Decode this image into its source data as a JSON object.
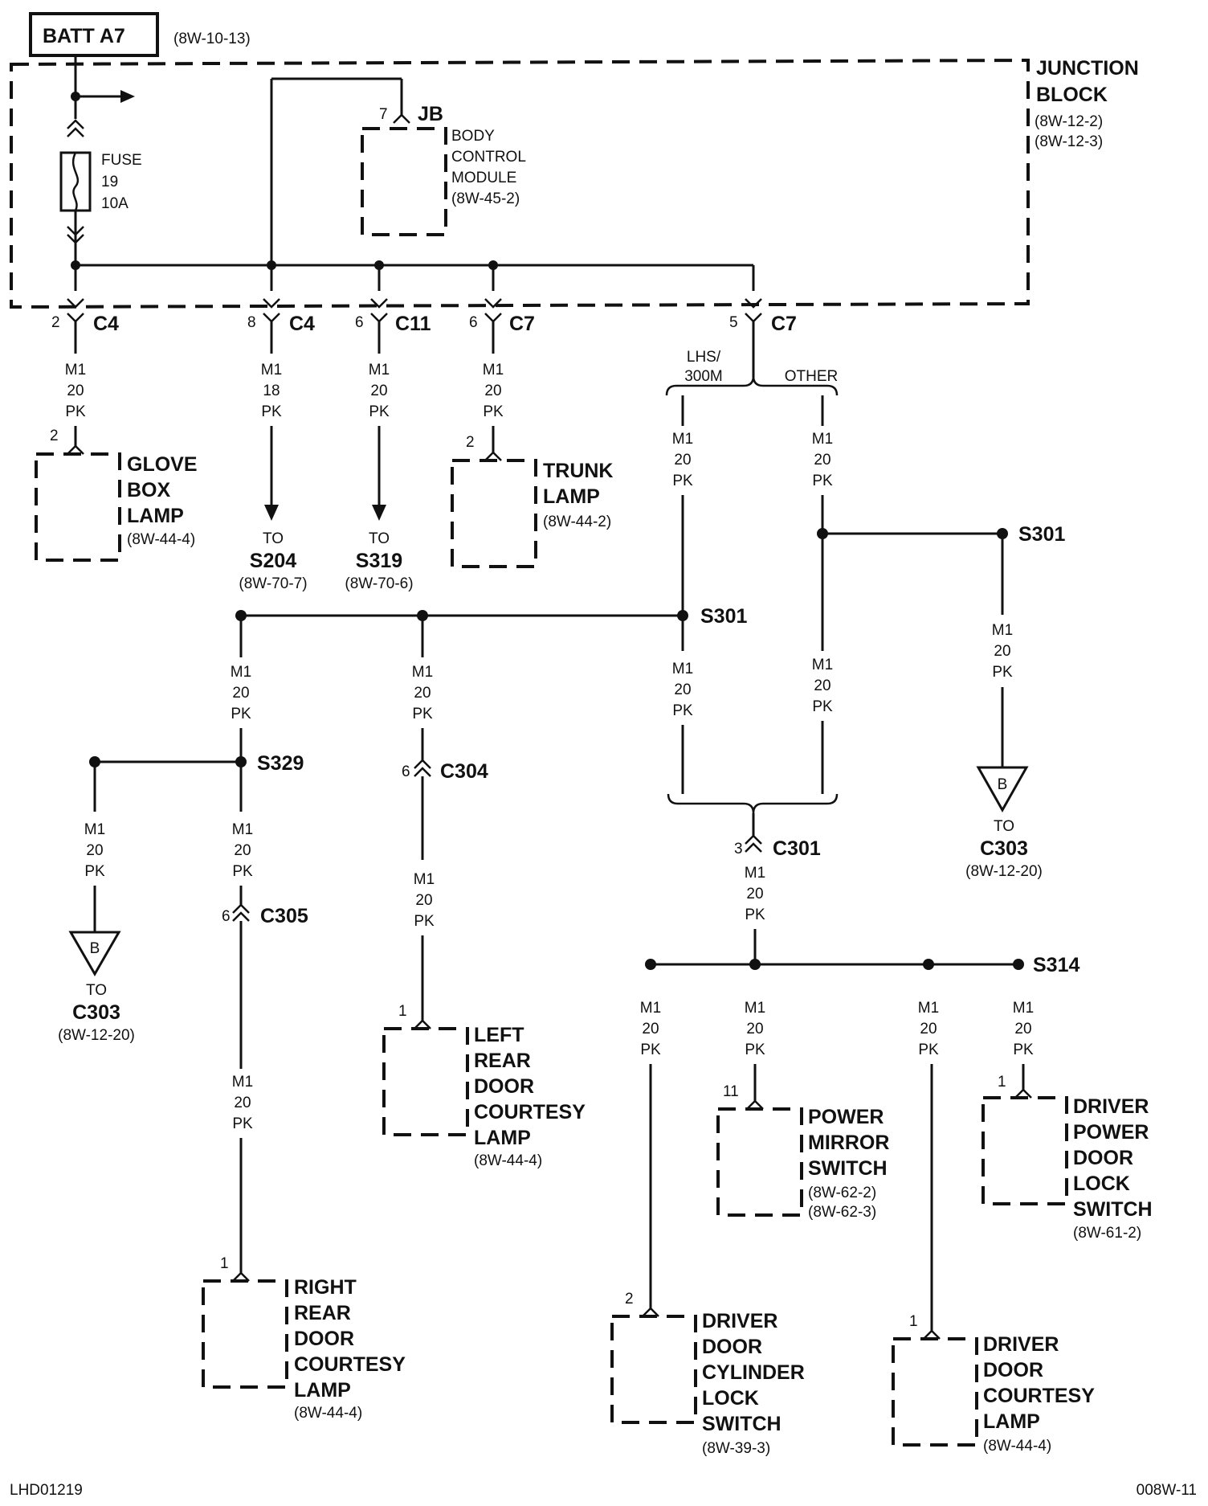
{
  "header": {
    "source": "BATT A7",
    "source_ref": "(8W-10-13)"
  },
  "junction_block": {
    "lines": [
      "JUNCTION",
      "BLOCK"
    ],
    "refs": [
      "(8W-12-2)",
      "(8W-12-3)"
    ]
  },
  "fuse": {
    "lines": [
      "FUSE",
      "19",
      "10A"
    ]
  },
  "bcm": {
    "pin": "7",
    "connector": "JB",
    "lines": [
      "BODY",
      "CONTROL",
      "MODULE",
      "(8W-45-2)"
    ]
  },
  "connectors": [
    {
      "pin": "2",
      "name": "C4"
    },
    {
      "pin": "8",
      "name": "C4"
    },
    {
      "pin": "6",
      "name": "C11"
    },
    {
      "pin": "6",
      "name": "C7"
    },
    {
      "pin": "5",
      "name": "C7"
    }
  ],
  "wires": {
    "m1_20_pk": [
      "M1",
      "20",
      "PK"
    ],
    "m1_18_pk": [
      "M1",
      "18",
      "PK"
    ]
  },
  "options": {
    "left": "LHS/",
    "left2": "300M",
    "right": "OTHER"
  },
  "to_label": "TO",
  "destinations": [
    {
      "name": "S204",
      "ref": "(8W-70-7)"
    },
    {
      "name": "S319",
      "ref": "(8W-70-6)"
    },
    {
      "name": "C303",
      "ref": "(8W-12-20)"
    },
    {
      "name": "C303",
      "ref": "(8W-12-20)"
    }
  ],
  "ground_letter": "B",
  "splices": {
    "s301": "S301",
    "s301b": "S301",
    "s329": "S329",
    "s314": "S314"
  },
  "inline_connectors": [
    {
      "pin": "6",
      "name": "C304"
    },
    {
      "pin": "6",
      "name": "C305"
    },
    {
      "pin": "3",
      "name": "C301"
    }
  ],
  "components": {
    "glove_box": {
      "pin": "2",
      "lines": [
        "GLOVE",
        "BOX",
        "LAMP"
      ],
      "ref": "(8W-44-4)"
    },
    "trunk": {
      "pin": "2",
      "lines": [
        "TRUNK",
        "LAMP"
      ],
      "ref": "(8W-44-2)"
    },
    "left_rear": {
      "pin": "1",
      "lines": [
        "LEFT",
        "REAR",
        "DOOR",
        "COURTESY",
        "LAMP"
      ],
      "ref": "(8W-44-4)"
    },
    "right_rear": {
      "pin": "1",
      "lines": [
        "RIGHT",
        "REAR",
        "DOOR",
        "COURTESY",
        "LAMP"
      ],
      "ref": "(8W-44-4)"
    },
    "power_mirror": {
      "pin": "11",
      "lines": [
        "POWER",
        "MIRROR",
        "SWITCH"
      ],
      "refs": [
        "(8W-62-2)",
        "(8W-62-3)"
      ]
    },
    "driver_pdl": {
      "pin": "1",
      "lines": [
        "DRIVER",
        "POWER",
        "DOOR",
        "LOCK",
        "SWITCH"
      ],
      "ref": "(8W-61-2)"
    },
    "driver_cyl": {
      "pin": "2",
      "lines": [
        "DRIVER",
        "DOOR",
        "CYLINDER",
        "LOCK",
        "SWITCH"
      ],
      "ref": "(8W-39-3)"
    },
    "driver_courtesy": {
      "pin": "1",
      "lines": [
        "DRIVER",
        "DOOR",
        "COURTESY",
        "LAMP"
      ],
      "ref": "(8W-44-4)"
    }
  },
  "footer": {
    "left": "LHD01219",
    "right": "008W-11"
  }
}
